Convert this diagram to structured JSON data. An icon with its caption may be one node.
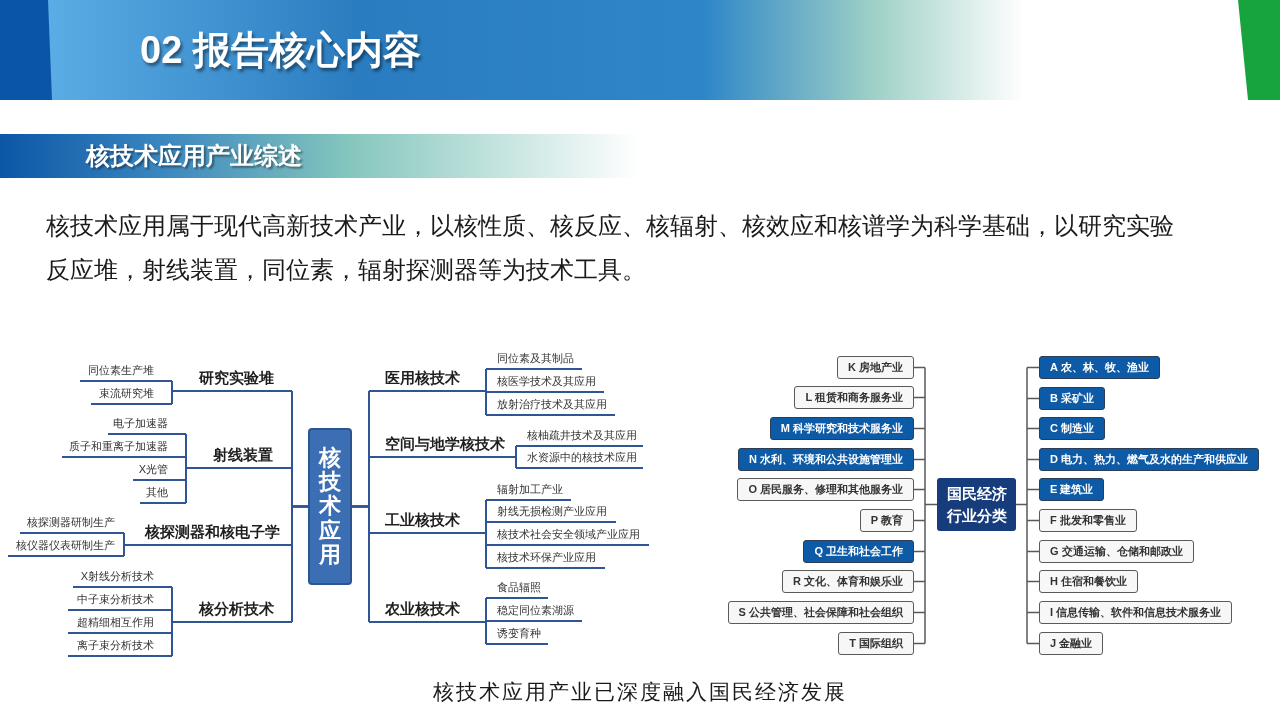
{
  "diagram": {
    "title": "02 报告核心内容",
    "caption": "核技术应用产业已深度融入国民经济发展",
    "labels": [
      "核技术应用产业综述",
      "核技术应用属于现代高新技术产业，以核性质、核反应、核辐射、核效应和核谱学为科学基础，以研究实验反应堆，射线装置，同位素，辐射探测器等为技术工具。"
    ],
    "nodes": [
      {
        "text": [
          "核技术应用"
        ]
      },
      {
        "text": [
          "研究实验堆"
        ]
      },
      {
        "text": [
          "同位素生产堆"
        ]
      },
      {
        "text": [
          "束流研究堆"
        ]
      },
      {
        "text": [
          "射线装置"
        ]
      },
      {
        "text": [
          "电子加速器"
        ]
      },
      {
        "text": [
          "质子和重离子加速器"
        ]
      },
      {
        "text": [
          "X光管"
        ]
      },
      {
        "text": [
          "其他"
        ]
      },
      {
        "text": [
          "核探测器和核电子学"
        ]
      },
      {
        "text": [
          "核探测器研制生产"
        ]
      },
      {
        "text": [
          "核仪器仪表研制生产"
        ]
      },
      {
        "text": [
          "核分析技术"
        ]
      },
      {
        "text": [
          "X射线分析技术"
        ]
      },
      {
        "text": [
          "中子束分析技术"
        ]
      },
      {
        "text": [
          "超精细相互作用"
        ]
      },
      {
        "text": [
          "离子束分析技术"
        ]
      },
      {
        "text": [
          "医用核技术"
        ]
      },
      {
        "text": [
          "同位素及其制品"
        ]
      },
      {
        "text": [
          "核医学技术及其应用"
        ]
      },
      {
        "text": [
          "放射治疗技术及其应用"
        ]
      },
      {
        "text": [
          "空间与地学核技术"
        ]
      },
      {
        "text": [
          "核柚疏井技术及其应用"
        ]
      },
      {
        "text": [
          "水资源中的核技术应用"
        ]
      },
      {
        "text": [
          "工业核技术"
        ]
      },
      {
        "text": [
          "辐射加工产业"
        ]
      },
      {
        "text": [
          "射线无损检测产业应用"
        ]
      },
      {
        "text": [
          "核技术社会安全领域产业应用"
        ]
      },
      {
        "text": [
          "核技术环保产业应用"
        ]
      },
      {
        "text": [
          "农业核技术"
        ]
      },
      {
        "text": [
          "食品辐照"
        ]
      },
      {
        "text": [
          "稳定同位素湖源"
        ]
      },
      {
        "text": [
          "诱变育种"
        ]
      },
      {
        "text": [
          "国民经济行业分类"
        ]
      },
      {
        "text": [
          "A 农、林、牧、渔业"
        ]
      },
      {
        "text": [
          "B 采矿业"
        ]
      },
      {
        "text": [
          "C 制造业"
        ]
      },
      {
        "text": [
          "D 电力、热力、燃气及水的生产和供应业"
        ]
      },
      {
        "text": [
          "E 建筑业"
        ]
      },
      {
        "text": [
          "F 批发和零售业"
        ]
      },
      {
        "text": [
          "G 交通运输、仓储和邮政业"
        ]
      },
      {
        "text": [
          "H 住宿和餐饮业"
        ]
      },
      {
        "text": [
          "I 信息传输、软件和信息技术服务业"
        ]
      },
      {
        "text": [
          "J 金融业"
        ]
      },
      {
        "text": [
          "K 房地产业"
        ]
      },
      {
        "text": [
          "L 租赁和商务服务业"
        ]
      },
      {
        "text": [
          "M 科学研究和技术服务业"
        ]
      },
      {
        "text": [
          "N 水利、环境和公共设施管理业"
        ]
      },
      {
        "text": [
          "O 居民服务、修理和其他服务业"
        ]
      },
      {
        "text": [
          "P 教育"
        ]
      },
      {
        "text": [
          "Q 卫生和社会工作"
        ]
      },
      {
        "text": [
          "R 文化、体育和娱乐业"
        ]
      },
      {
        "text": [
          "S 公共管理、社会保障和社会组织"
        ]
      },
      {
        "text": [
          "T 国际组织"
        ]
      }
    ],
    "edges": [
      {
        "from": 0,
        "to": 1,
        "arrow": "none"
      },
      {
        "from": 1,
        "to": 2,
        "arrow": "none"
      },
      {
        "from": 1,
        "to": 3,
        "arrow": "none"
      },
      {
        "from": 0,
        "to": 4,
        "arrow": "none"
      },
      {
        "from": 4,
        "to": 5,
        "arrow": "none"
      },
      {
        "from": 4,
        "to": 6,
        "arrow": "none"
      },
      {
        "from": 4,
        "to": 7,
        "arrow": "none"
      },
      {
        "from": 4,
        "to": 8,
        "arrow": "none"
      },
      {
        "from": 0,
        "to": 9,
        "arrow": "none"
      },
      {
        "from": 9,
        "to": 10,
        "arrow": "none"
      },
      {
        "from": 9,
        "to": 11,
        "arrow": "none"
      },
      {
        "from": 0,
        "to": 12,
        "arrow": "none"
      },
      {
        "from": 12,
        "to": 13,
        "arrow": "none"
      },
      {
        "from": 12,
        "to": 14,
        "arrow": "none"
      },
      {
        "from": 12,
        "to": 15,
        "arrow": "none"
      },
      {
        "from": 12,
        "to": 16,
        "arrow": "none"
      },
      {
        "from": 0,
        "to": 17,
        "arrow": "none"
      },
      {
        "from": 17,
        "to": 18,
        "arrow": "none"
      },
      {
        "from": 17,
        "to": 19,
        "arrow": "none"
      },
      {
        "from": 17,
        "to": 20,
        "arrow": "none"
      },
      {
        "from": 0,
        "to": 21,
        "arrow": "none"
      },
      {
        "from": 21,
        "to": 22,
        "arrow": "none"
      },
      {
        "from": 21,
        "to": 23,
        "arrow": "none"
      },
      {
        "from": 0,
        "to": 24,
        "arrow": "none"
      },
      {
        "from": 24,
        "to": 25,
        "arrow": "none"
      },
      {
        "from": 24,
        "to": 26,
        "arrow": "none"
      },
      {
        "from": 24,
        "to": 27,
        "arrow": "none"
      },
      {
        "from": 24,
        "to": 28,
        "arrow": "none"
      },
      {
        "from": 0,
        "to": 29,
        "arrow": "none"
      },
      {
        "from": 29,
        "to": 30,
        "arrow": "none"
      },
      {
        "from": 29,
        "to": 31,
        "arrow": "none"
      },
      {
        "from": 29,
        "to": 32,
        "arrow": "none"
      },
      {
        "from": 33,
        "to": 34,
        "arrow": "none",
        "color": "#595959"
      },
      {
        "from": 33,
        "to": 35,
        "arrow": "none",
        "color": "#595959"
      },
      {
        "from": 33,
        "to": 36,
        "arrow": "none",
        "color": "#595959"
      },
      {
        "from": 33,
        "to": 37,
        "arrow": "none",
        "color": "#595959"
      },
      {
        "from": 33,
        "to": 38,
        "arrow": "none",
        "color": "#595959"
      },
      {
        "from": 33,
        "to": 39,
        "arrow": "none",
        "color": "#595959"
      },
      {
        "from": 33,
        "to": 40,
        "arrow": "none",
        "color": "#595959"
      },
      {
        "from": 33,
        "to": 41,
        "arrow": "none",
        "color": "#595959"
      },
      {
        "from": 33,
        "to": 42,
        "arrow": "none",
        "color": "#595959"
      },
      {
        "from": 33,
        "to": 43,
        "arrow": "none",
        "color": "#595959"
      },
      {
        "from": 33,
        "to": 44,
        "arrow": "none",
        "color": "#595959"
      },
      {
        "from": 33,
        "to": 45,
        "arrow": "none",
        "color": "#595959"
      },
      {
        "from": 33,
        "to": 46,
        "arrow": "none",
        "color": "#595959"
      },
      {
        "from": 33,
        "to": 47,
        "arrow": "none",
        "color": "#595959"
      },
      {
        "from": 33,
        "to": 48,
        "arrow": "none",
        "color": "#595959"
      },
      {
        "from": 33,
        "to": 49,
        "arrow": "none",
        "color": "#595959"
      },
      {
        "from": 33,
        "to": 50,
        "arrow": "none",
        "color": "#595959"
      },
      {
        "from": 33,
        "to": 51,
        "arrow": "none",
        "color": "#595959"
      },
      {
        "from": 33,
        "to": 52,
        "arrow": "none",
        "color": "#595959"
      },
      {
        "from": 33,
        "to": 53,
        "arrow": "none",
        "color": "#595959"
      }
    ]
  }
}
